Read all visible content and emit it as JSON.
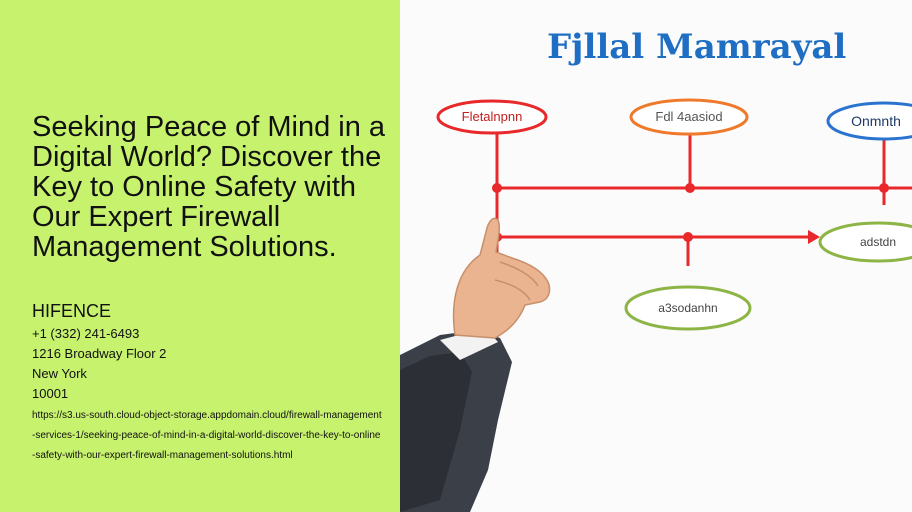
{
  "title": "Seeking Peace of Mind in a Digital World? Discover the Key to Online Safety with Our Expert Firewall Management Solutions.",
  "company": {
    "name": "HIFENCE",
    "phone": "+1 (332) 241-6493",
    "address": "1216 Broadway Floor 2",
    "city": "New York",
    "zip": "10001",
    "url": "https://s3.us-south.cloud-object-storage.appdomain.cloud/firewall-management-services-1/seeking-peace-of-mind-in-a-digital-world-discover-the-key-to-online-safety-with-our-expert-firewall-management-solutions.html"
  },
  "illustration": {
    "heading": "Fjllal Mamrayal",
    "nodes": [
      "Fletalnpnn",
      "Fdl 4aasiod",
      "Onmnth",
      "adstdn",
      "a3sodanhn"
    ],
    "colors": {
      "panel": "#c7f26e",
      "red": "#e8282a",
      "orange": "#ef7a2c",
      "blue": "#2a74d0",
      "green": "#8cb545",
      "heading": "#1e6fc4"
    }
  }
}
